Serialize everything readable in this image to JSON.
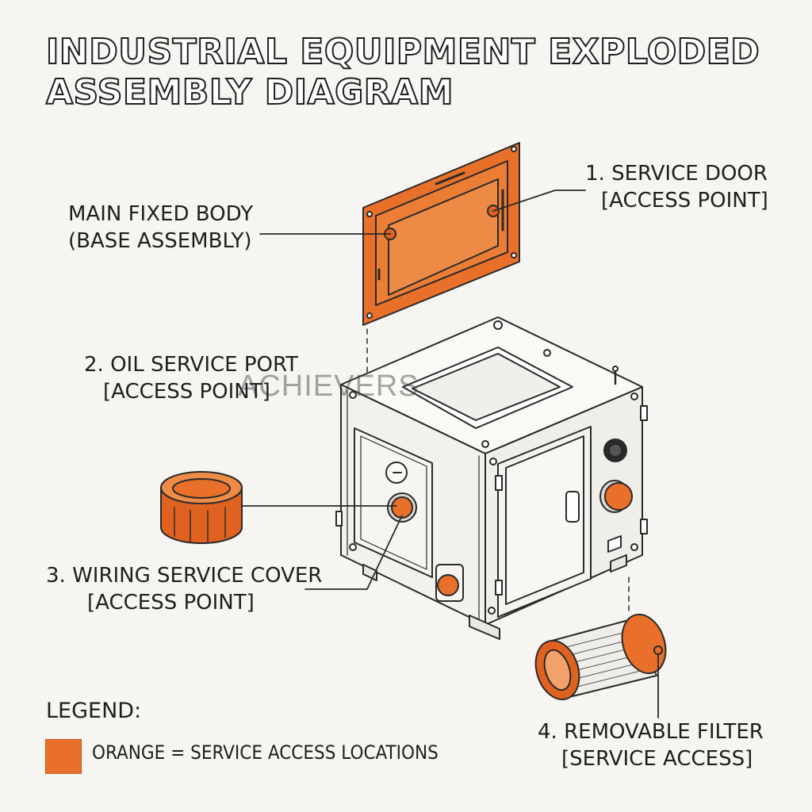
{
  "title": {
    "line1": "INDUSTRIAL EQUIPMENT EXPLODED",
    "line2": "ASSEMBLY DIAGRAM"
  },
  "labels": {
    "main_body": {
      "line1": "MAIN FIXED BODY",
      "line2": "(BASE ASSEMBLY)"
    },
    "service_door": {
      "line1": "1. SERVICE DOOR",
      "line2": "[ACCESS POINT]"
    },
    "oil_port": {
      "line1": "2. OIL SERVICE PORT",
      "line2": "[ACCESS POINT]"
    },
    "wiring_cover": {
      "line1": "3. WIRING SERVICE COVER",
      "line2": "[ACCESS POINT]"
    },
    "filter": {
      "line1": "4. REMOVABLE FILTER",
      "line2": "[SERVICE ACCESS]"
    }
  },
  "legend": {
    "title": "LEGEND:",
    "item": "ORANGE = SERVICE ACCESS LOCATIONS"
  },
  "watermark": "ACHIEVERS",
  "colors": {
    "accent": "#e8702a",
    "line": "#2a2a2a",
    "body_fill": "#f4f3ef",
    "background": "#f6f5f1"
  }
}
